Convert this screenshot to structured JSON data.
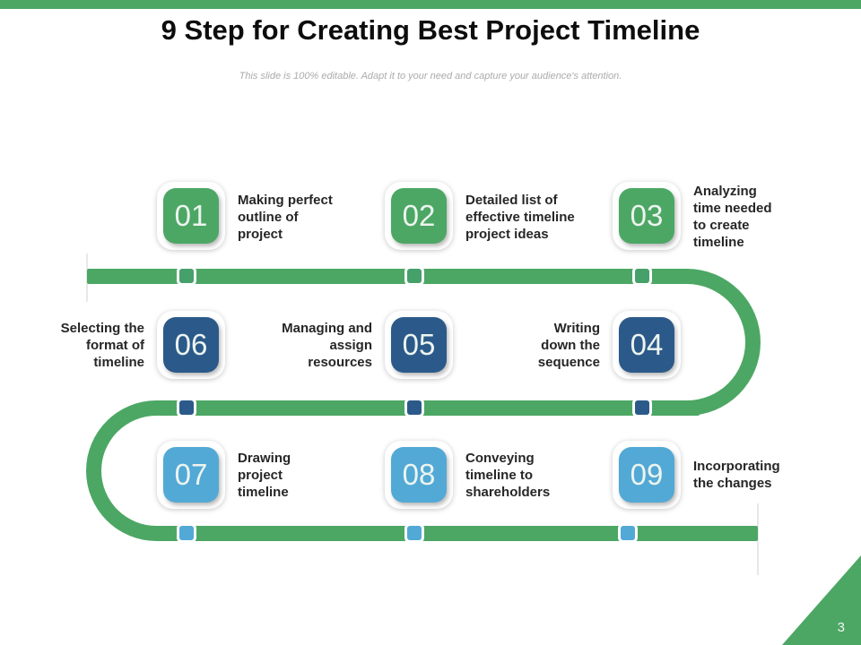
{
  "slide": {
    "title": "9 Step for Creating Best Project Timeline",
    "subtitle": "This slide is 100% editable. Adapt it to your need and capture your audience's attention.",
    "page_number": "3"
  },
  "colors": {
    "accent_green": "#4CA764",
    "dark_blue": "#2B5A8A",
    "light_blue": "#52A9D6",
    "track_green": "#4CA764",
    "title_text": "#0D0D0D",
    "subtitle_text": "#ABABAB",
    "label_text": "#262626",
    "badge_number_text": "#EDF4EF"
  },
  "steps": [
    {
      "number": "01",
      "label": "Making perfect\noutline of\nproject",
      "color": "green",
      "label_side": "right"
    },
    {
      "number": "02",
      "label": "Detailed list of\neffective timeline\nproject ideas",
      "color": "green",
      "label_side": "right"
    },
    {
      "number": "03",
      "label": "Analyzing\ntime needed\nto create\ntimeline",
      "color": "green",
      "label_side": "right"
    },
    {
      "number": "04",
      "label": "Writing\ndown the\nsequence",
      "color": "dark_blue",
      "label_side": "left"
    },
    {
      "number": "05",
      "label": "Managing and\nassign\nresources",
      "color": "dark_blue",
      "label_side": "left"
    },
    {
      "number": "06",
      "label": "Selecting the\nformat of\ntimeline",
      "color": "dark_blue",
      "label_side": "left"
    },
    {
      "number": "07",
      "label": "Drawing\nproject\ntimeline",
      "color": "light_blue",
      "label_side": "right"
    },
    {
      "number": "08",
      "label": "Conveying\ntimeline to\nshareholders",
      "color": "light_blue",
      "label_side": "right"
    },
    {
      "number": "09",
      "label": "Incorporating\nthe changes",
      "color": "light_blue",
      "label_side": "right"
    }
  ]
}
